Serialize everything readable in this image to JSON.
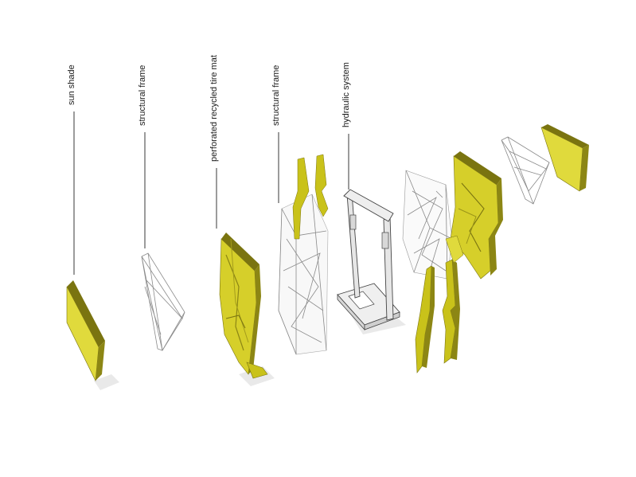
{
  "colors": {
    "panel_face": "#c9c21a",
    "panel_face_light": "#e0da3c",
    "panel_edge": "#7a7410",
    "frame_line": "#8a8a8a",
    "hydraulic_fill": "#e6e6e6",
    "hydraulic_stroke": "#444444",
    "leader_line": "#222222"
  },
  "labels": [
    {
      "id": "sun-shade",
      "text": "sun shade"
    },
    {
      "id": "structural-frame-1",
      "text": "structural frame"
    },
    {
      "id": "tire-mat",
      "text": "perforated recycled tire mat"
    },
    {
      "id": "structural-frame-2",
      "text": "structural frame"
    },
    {
      "id": "hydraulic-system",
      "text": "hydraulic system"
    }
  ]
}
